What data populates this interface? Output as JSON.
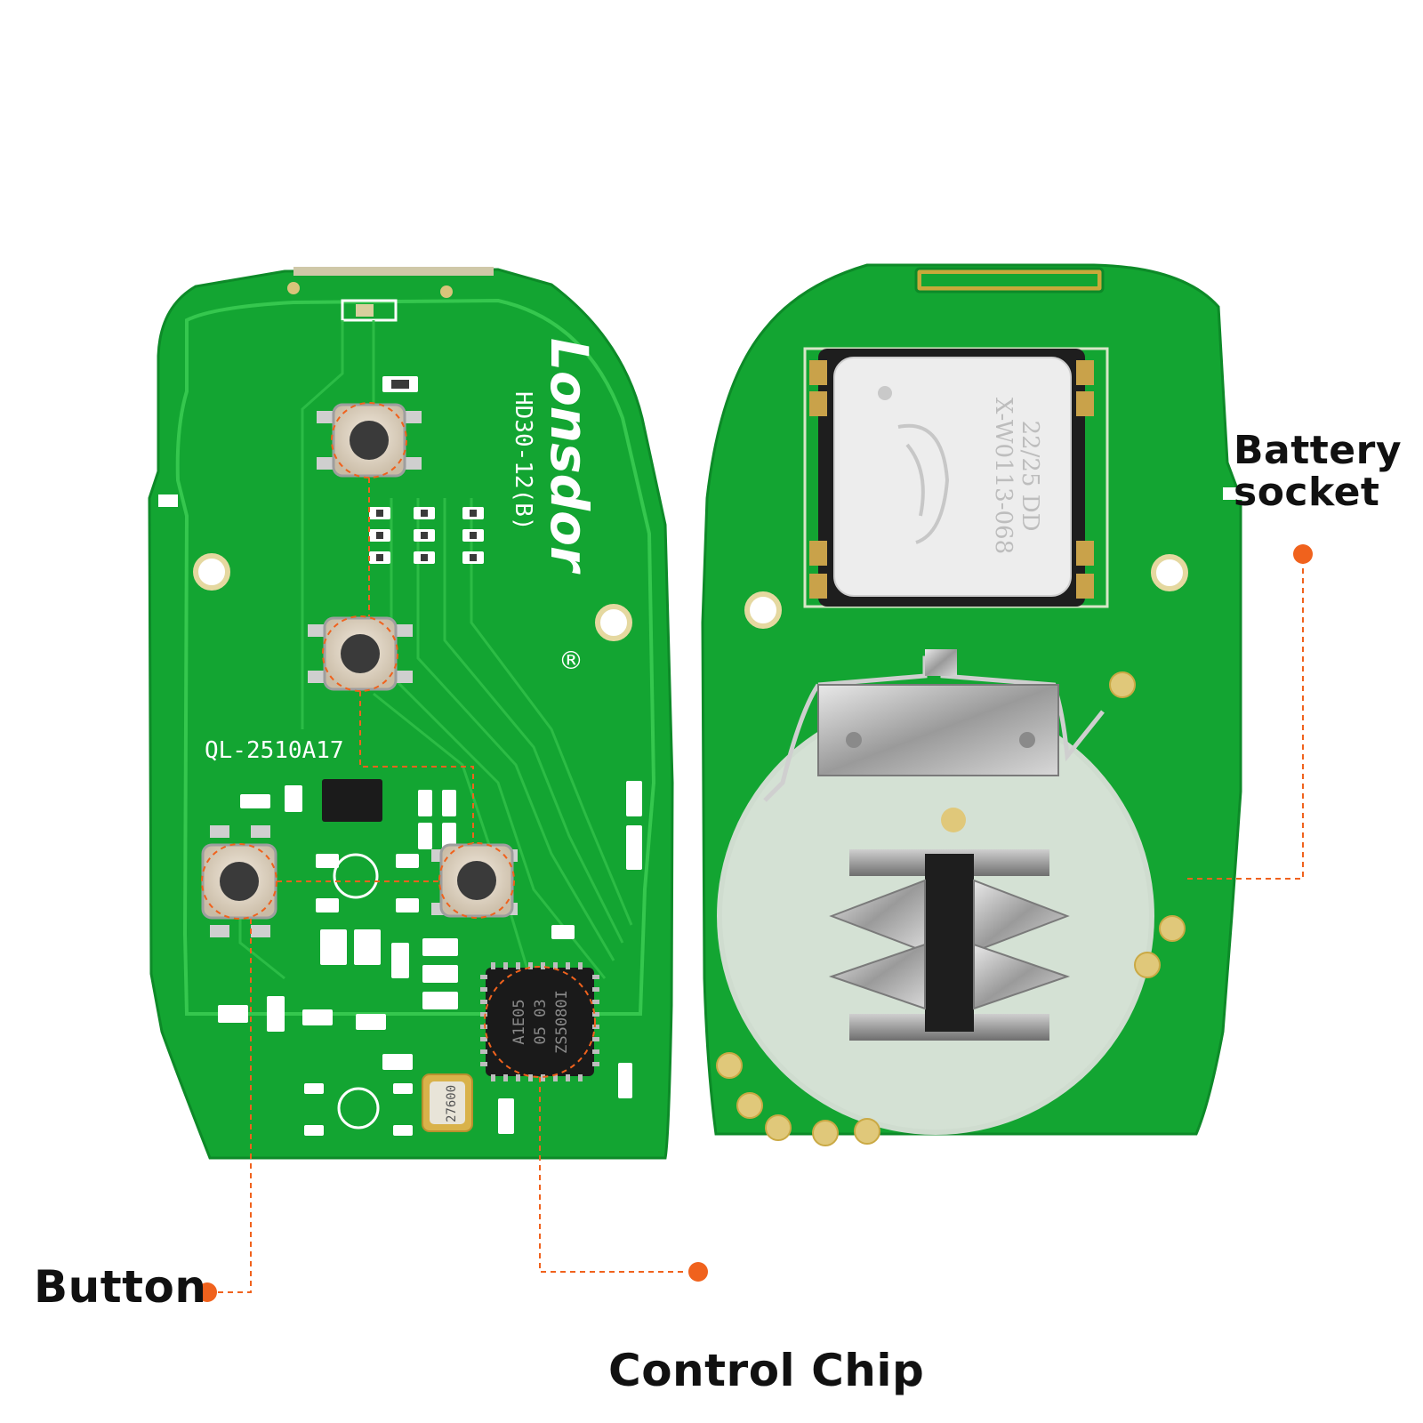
{
  "callouts": {
    "button": "Button",
    "control_chip": "Control Chip",
    "battery_socket_line1": "Battery",
    "battery_socket_line2": "socket"
  },
  "board_markings": {
    "brand": "Lonsdor",
    "model": "HD30-12(B)",
    "pcb_code": "QL-2510A17",
    "registered_mark": "®",
    "ic_line1": "ZS5080I",
    "ic_line2": "05 03",
    "ic_line3": "A1E05",
    "crystal": "27600",
    "coil_line1": "X-W0113-068",
    "coil_line2": "22/25 DD"
  },
  "colors": {
    "pcb": "#13a532",
    "callout": "#f0621d",
    "label": "#111111"
  }
}
